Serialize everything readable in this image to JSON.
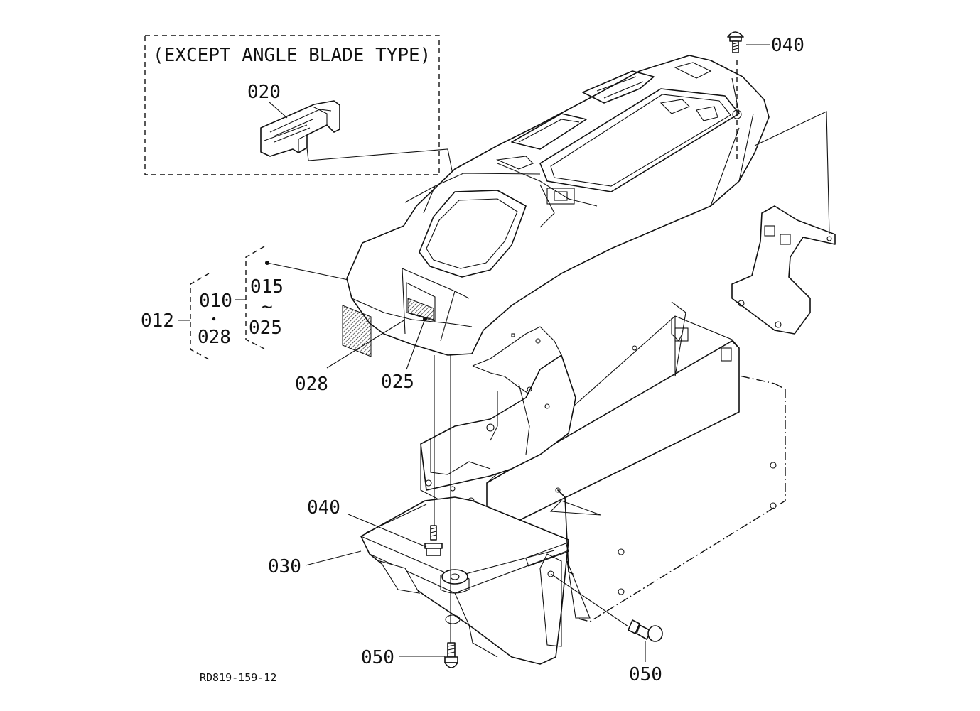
{
  "diagram": {
    "box_caption": "(EXCEPT ANGLE BLADE TYPE)",
    "drawing_code": "RD819-159-12",
    "callouts": {
      "c020": "020",
      "c040_top": "040",
      "c040_left": "040",
      "c012": "012",
      "c010": "010",
      "c010_028": "028",
      "c015": "015",
      "c015_sep": "~",
      "c025_range": "025",
      "c028": "028",
      "c025": "025",
      "c030": "030",
      "c050_bottom": "050",
      "c050_right": "050"
    }
  }
}
